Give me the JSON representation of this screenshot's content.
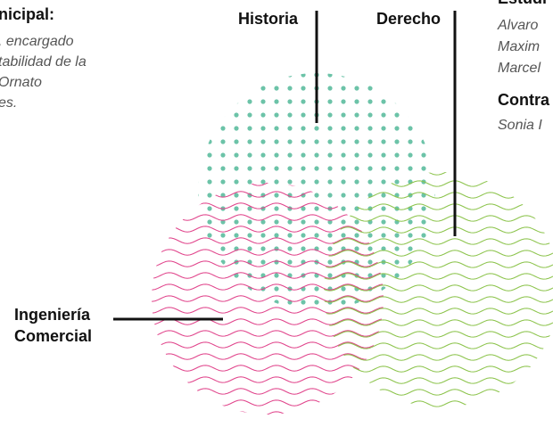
{
  "left_note": {
    "heading": "nicipal:",
    "lines": [
      ", encargado",
      "tabilidad de la",
      "Ornato",
      "es."
    ]
  },
  "right_note": {
    "heading1": "Estudi",
    "names": [
      "Alvaro",
      "Maxim",
      "Marcel"
    ],
    "heading2": "Contra",
    "name2": "Sonia I"
  },
  "labels": {
    "historia": "Historia",
    "derecho": "Derecho",
    "ingenieria_1": "Ingeniería",
    "ingenieria_2": "Comercial"
  },
  "colors": {
    "historia": "#6cc3a8",
    "ingenieria": "#e0428a",
    "derecho": "#8bc34a",
    "leader": "#111111"
  }
}
